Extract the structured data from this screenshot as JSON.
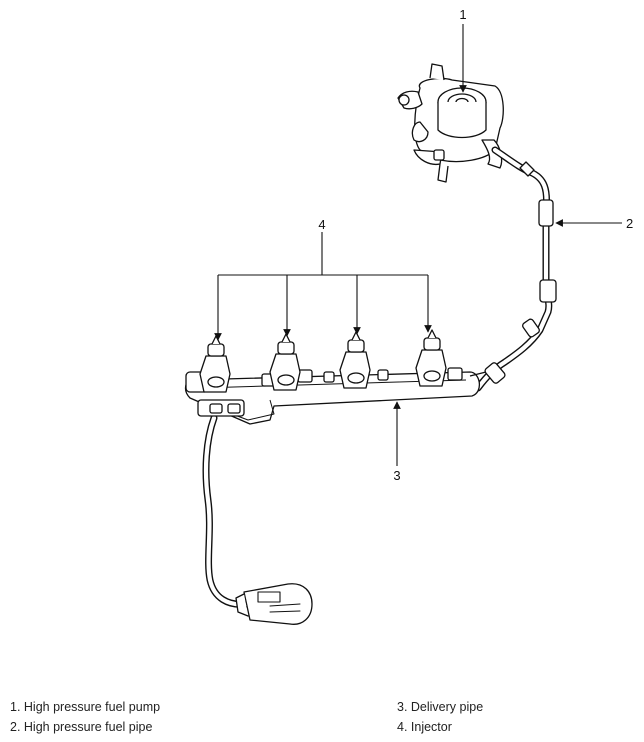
{
  "callouts": {
    "pump": "1",
    "pipe": "2",
    "delivery": "3",
    "injector": "4"
  },
  "legend": {
    "left": [
      "1. High pressure fuel pump",
      "2. High pressure fuel pipe"
    ],
    "right": [
      "3. Delivery pipe",
      "4. Injector"
    ]
  },
  "colors": {
    "line": "#111111",
    "fill": "#ffffff"
  }
}
